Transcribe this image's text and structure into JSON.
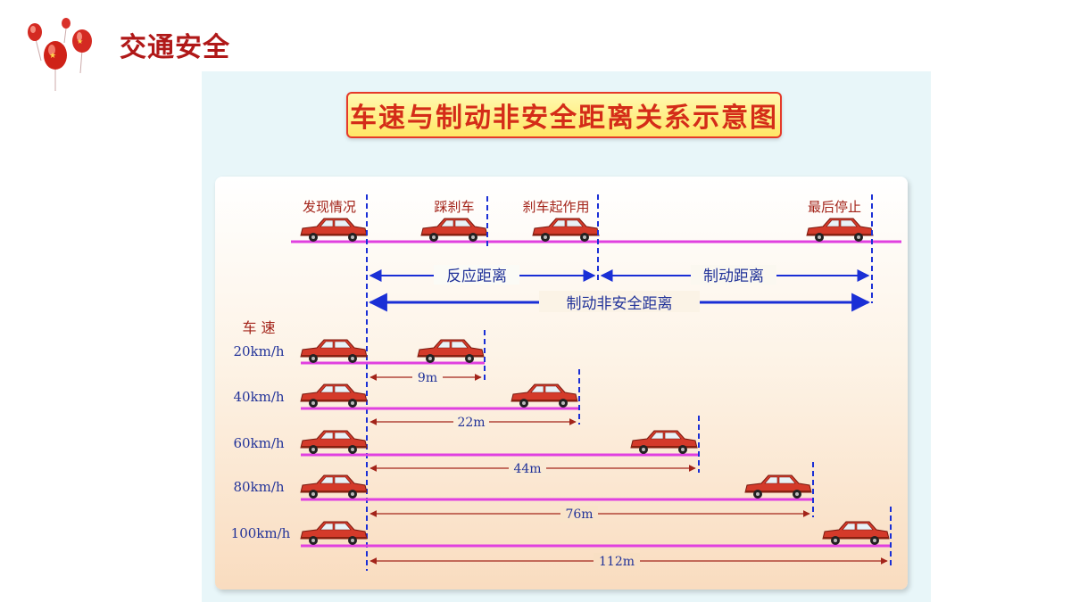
{
  "header": {
    "title": "交通安全"
  },
  "diagram": {
    "title": "车速与制动非安全距离关系示意图",
    "events": [
      "发现情况",
      "踩刹车",
      "刹车起作用",
      "最后停止"
    ],
    "reaction_label": "反应距离",
    "braking_label": "制动距离",
    "total_label": "制动非安全距离",
    "speed_header": "车 速",
    "rows": [
      {
        "speed": "20km/h",
        "distance": "9m"
      },
      {
        "speed": "40km/h",
        "distance": "22m"
      },
      {
        "speed": "60km/h",
        "distance": "44m"
      },
      {
        "speed": "80km/h",
        "distance": "76m"
      },
      {
        "speed": "100km/h",
        "distance": "112m"
      }
    ]
  },
  "colors": {
    "accent": "#b01818",
    "line": "#e040e0",
    "arrow": "#1a2fd6",
    "text_red": "#b01818",
    "text_blue": "#223399"
  }
}
